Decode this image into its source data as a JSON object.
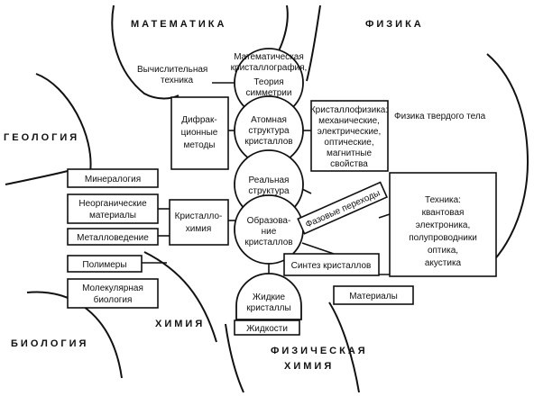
{
  "fields": {
    "mathematics": "МАТЕМАТИКА",
    "physics": "ФИЗИКА",
    "geology": "ГЕОЛОГИЯ",
    "chemistry": "ХИМИЯ",
    "biology": "БИОЛОГИЯ",
    "physical_chemistry_1": "ФИЗИЧЕСКАЯ",
    "physical_chemistry_2": "ХИМИЯ"
  },
  "labels": {
    "computing_1": "Вычислительная",
    "computing_2": "техника",
    "solid_state": "Физика твердого тела"
  },
  "center": {
    "math_cryst_1": "Математическая",
    "math_cryst_2": "кристаллография,",
    "symmetry_1": "Теория",
    "symmetry_2": "симметрии",
    "atomic_1": "Атомная",
    "atomic_2": "структура",
    "atomic_3": "кристаллов",
    "real_1": "Реальная",
    "real_2": "структура",
    "growth_1": "Образова-",
    "growth_2": "ние",
    "growth_3": "кристаллов",
    "liquid_1": "Жидкие",
    "liquid_2": "кристаллы",
    "liquids": "Жидкости"
  },
  "boxes": {
    "diffraction_1": "Дифрак-",
    "diffraction_2": "ционные",
    "diffraction_3": "методы",
    "crystal_physics_1": "Кристаллофизика:",
    "crystal_physics_2": "механические,",
    "crystal_physics_3": "электрические,",
    "crystal_physics_4": "оптические,",
    "crystal_physics_5": "магнитные",
    "crystal_physics_6": "свойства",
    "crystal_chem_1": "Кристалло-",
    "crystal_chem_2": "химия",
    "mineralogy": "Минералогия",
    "inorganic_1": "Неорганические",
    "inorganic_2": "материалы",
    "metallurgy": "Металловедение",
    "polymers": "Полимеры",
    "molbio_1": "Молекулярная",
    "molbio_2": "биология",
    "synthesis": "Синтез кристаллов",
    "materials": "Материалы",
    "tech_1": "Техника:",
    "tech_2": "квантовая",
    "tech_3": "электроника,",
    "tech_4": "полупроводники",
    "tech_5": "оптика,",
    "tech_6": "акустика",
    "phase_transitions": "Фазовые переходы"
  }
}
